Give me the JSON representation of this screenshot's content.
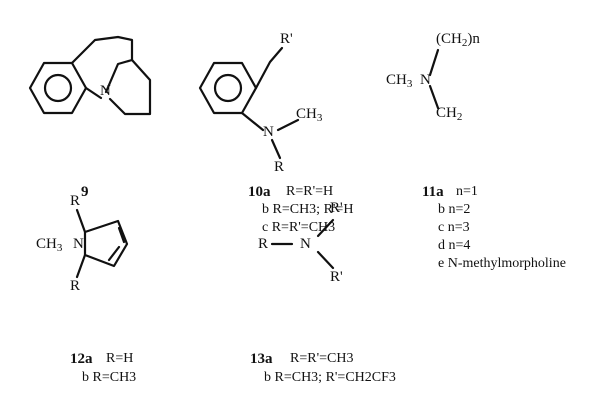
{
  "compounds": {
    "c9": {
      "number": "9",
      "atom_N": "N"
    },
    "c10": {
      "number": "10a",
      "substituent_R_prime": "R'",
      "methyl": "CH",
      "methyl_sub": "3",
      "atom_N": "N",
      "substituent_R": "R",
      "variants": [
        "R=R'=H",
        "b  R=CH3; R'=H",
        "c  R=R'=CH3"
      ]
    },
    "c11": {
      "number": "11a",
      "ring_top": "(CH",
      "ring_top_sub": "2",
      "ring_top_close": ")n",
      "ring_left": "CH",
      "ring_left_sub": "3",
      "atom_N": "N",
      "ring_bottom": "CH",
      "ring_bottom_sub": "2",
      "variants": [
        "n=1",
        "b  n=2",
        "c  n=3",
        "d  n=4",
        "e  N-methylmorpholine"
      ]
    },
    "c12": {
      "number": "12a",
      "substituent_top": "R",
      "substituent_bottom": "R",
      "methyl": "CH",
      "methyl_sub": "3",
      "atom_N": "N",
      "variants": [
        "R=H",
        "b  R=CH3"
      ]
    },
    "c13": {
      "number": "13a",
      "substituent_R": "R",
      "atom_N": "N",
      "substituent_top": "R'",
      "substituent_bottom": "R'",
      "variants": [
        "R=R'=CH3",
        "b  R=CH3; R'=CH2CF3"
      ]
    }
  }
}
